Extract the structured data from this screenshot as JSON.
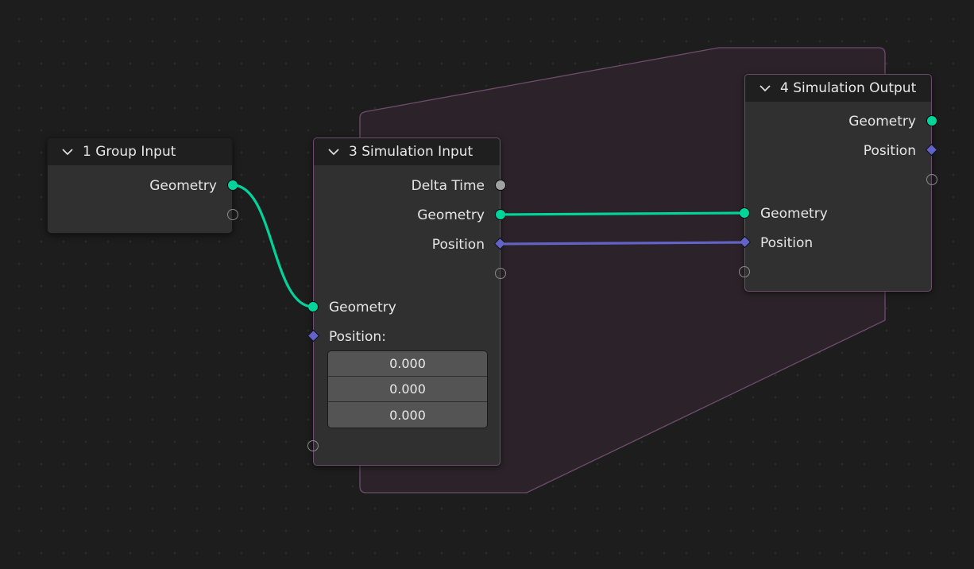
{
  "nodes": {
    "group_input": {
      "title": "1 Group Input",
      "outputs": [
        {
          "label": "Geometry",
          "type": "geometry"
        }
      ]
    },
    "simulation_input": {
      "title": "3 Simulation Input",
      "outputs": [
        {
          "label": "Delta Time",
          "type": "float"
        },
        {
          "label": "Geometry",
          "type": "geometry"
        },
        {
          "label": "Position",
          "type": "vector"
        }
      ],
      "inputs": [
        {
          "label": "Geometry",
          "type": "geometry"
        },
        {
          "label": "Position:",
          "type": "vector"
        }
      ],
      "position_values": [
        "0.000",
        "0.000",
        "0.000"
      ]
    },
    "simulation_output": {
      "title": "4 Simulation Output",
      "outputs": [
        {
          "label": "Geometry",
          "type": "geometry"
        },
        {
          "label": "Position",
          "type": "vector"
        }
      ],
      "inputs": [
        {
          "label": "Geometry",
          "type": "geometry"
        },
        {
          "label": "Position",
          "type": "vector"
        }
      ]
    }
  },
  "colors": {
    "background": "#1d1d1d",
    "node_body": "#303030",
    "node_header": "#1f1f1f",
    "zone_fill": "#2b2329",
    "zone_border": "#6e4d6c",
    "geometry_socket": "#00d49b",
    "vector_socket": "#6363c7",
    "float_socket": "#a1a1a1"
  },
  "icons": {
    "collapse": "chevron-down-icon"
  }
}
